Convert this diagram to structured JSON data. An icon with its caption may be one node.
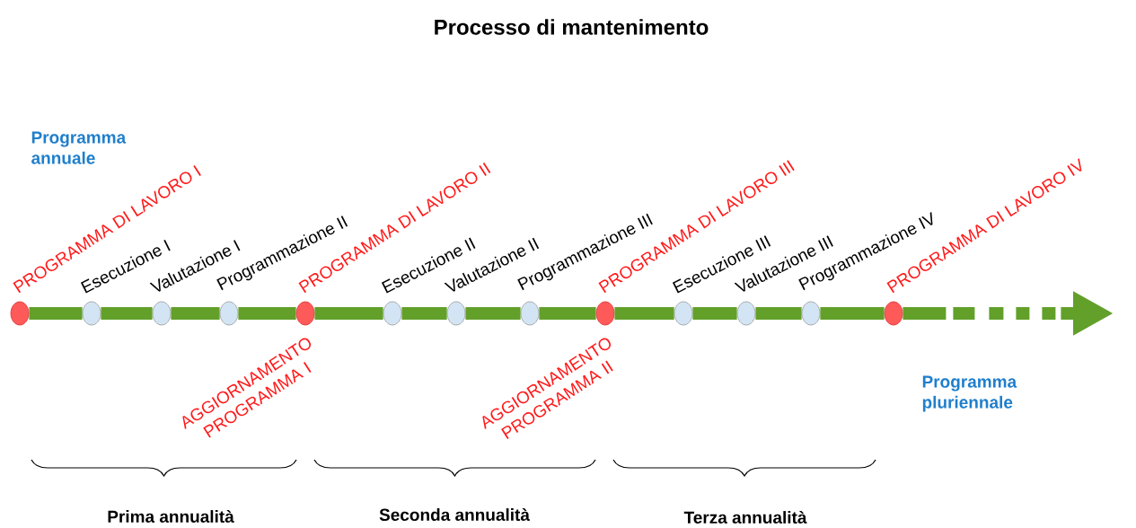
{
  "diagram": {
    "title": "Processo di mantenimento",
    "nodes": [
      {
        "text": [],
        "shape": "circle",
        "beside": [
          "PROGRAMMA DI LAVORO I"
        ]
      },
      {
        "text": [],
        "shape": "circle",
        "beside": [
          "Esecuzione I"
        ]
      },
      {
        "text": [],
        "shape": "circle",
        "beside": [
          "Valutazione I"
        ]
      },
      {
        "text": [],
        "shape": "circle",
        "beside": [
          "Programmazione II"
        ]
      },
      {
        "text": [],
        "shape": "circle",
        "beside": [
          "PROGRAMMA DI LAVORO II",
          "AGGIORNAMENTO PROGRAMMA I"
        ]
      },
      {
        "text": [],
        "shape": "circle",
        "beside": [
          "Esecuzione II"
        ]
      },
      {
        "text": [],
        "shape": "circle",
        "beside": [
          "Valutazione II"
        ]
      },
      {
        "text": [],
        "shape": "circle",
        "beside": [
          "Programmazione III"
        ]
      },
      {
        "text": [],
        "shape": "circle",
        "beside": [
          "PROGRAMMA DI LAVORO III",
          "AGGIORNAMENTO PROGRAMMA II"
        ]
      },
      {
        "text": [],
        "shape": "circle",
        "beside": [
          "Esecuzione III"
        ]
      },
      {
        "text": [],
        "shape": "circle",
        "beside": [
          "Valutazione III"
        ]
      },
      {
        "text": [],
        "shape": "circle",
        "beside": [
          "Programmazione IV"
        ]
      },
      {
        "text": [],
        "shape": "circle",
        "beside": [
          "PROGRAMMA DI LAVORO IV"
        ]
      }
    ],
    "edges": [
      {
        "from": 0,
        "to": 1,
        "arrow": "none"
      },
      {
        "from": 1,
        "to": 2,
        "arrow": "none"
      },
      {
        "from": 2,
        "to": 3,
        "arrow": "none"
      },
      {
        "from": 3,
        "to": 4,
        "arrow": "none"
      },
      {
        "from": 4,
        "to": 5,
        "arrow": "none"
      },
      {
        "from": 5,
        "to": 6,
        "arrow": "none"
      },
      {
        "from": 6,
        "to": 7,
        "arrow": "none"
      },
      {
        "from": 7,
        "to": 8,
        "arrow": "none"
      },
      {
        "from": 8,
        "to": 9,
        "arrow": "none"
      },
      {
        "from": 9,
        "to": 10,
        "arrow": "none"
      },
      {
        "from": 10,
        "to": 11,
        "arrow": "none"
      },
      {
        "from": 11,
        "to": 12,
        "arrow": "none"
      },
      {
        "from": 12,
        "to": null,
        "arrow": "to",
        "style": "dashed"
      }
    ],
    "labels": [
      "Programma annuale",
      "Programma pluriennale",
      "Prima annualità",
      "Seconda annualità",
      "Terza annualità"
    ]
  }
}
